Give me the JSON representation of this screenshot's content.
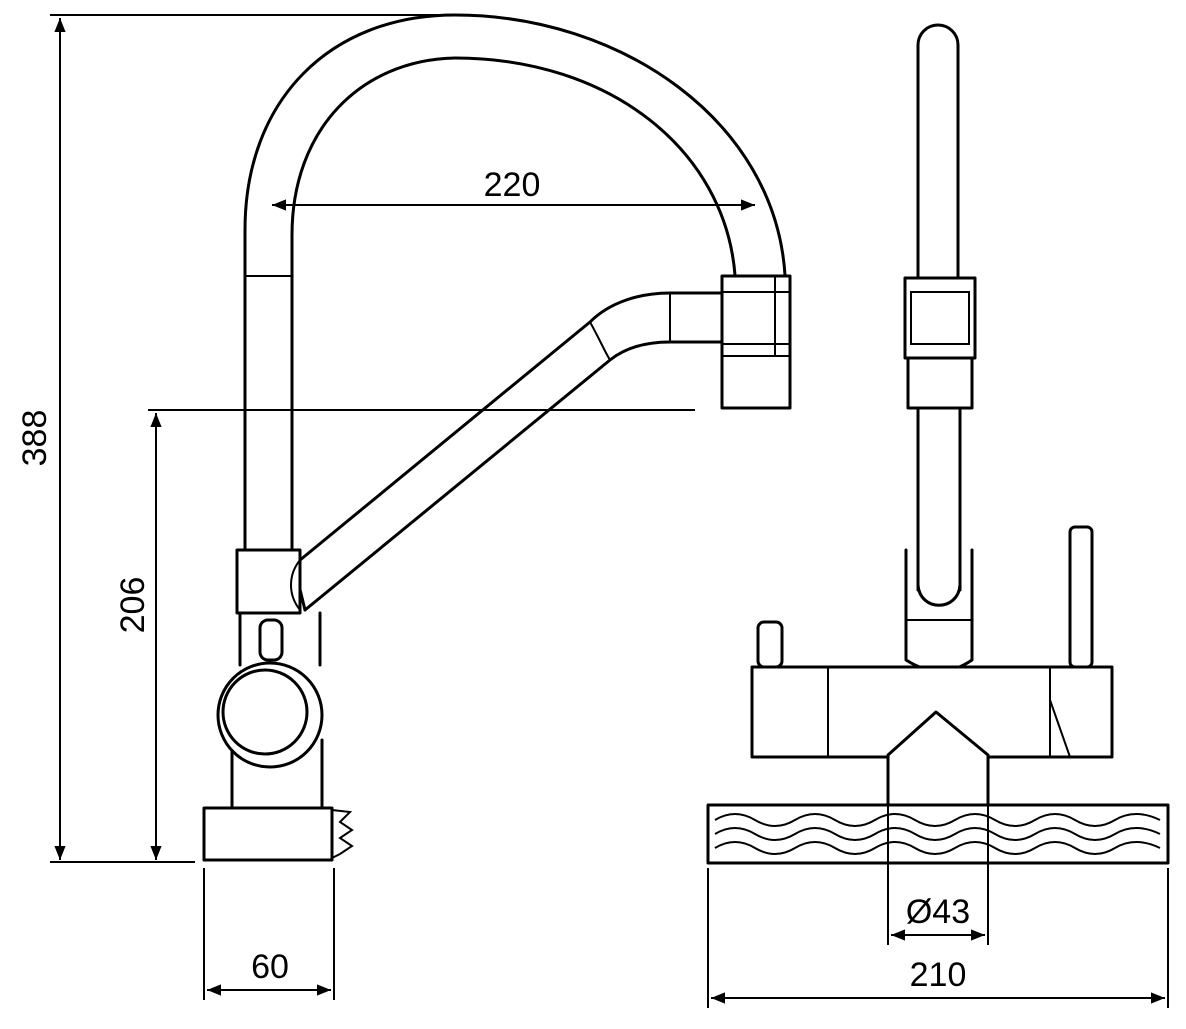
{
  "dimensions": {
    "total_height": "388",
    "spout_height": "206",
    "spout_reach": "220",
    "base_depth": "60",
    "hole_diameter": "Ø43",
    "base_width": "210"
  }
}
